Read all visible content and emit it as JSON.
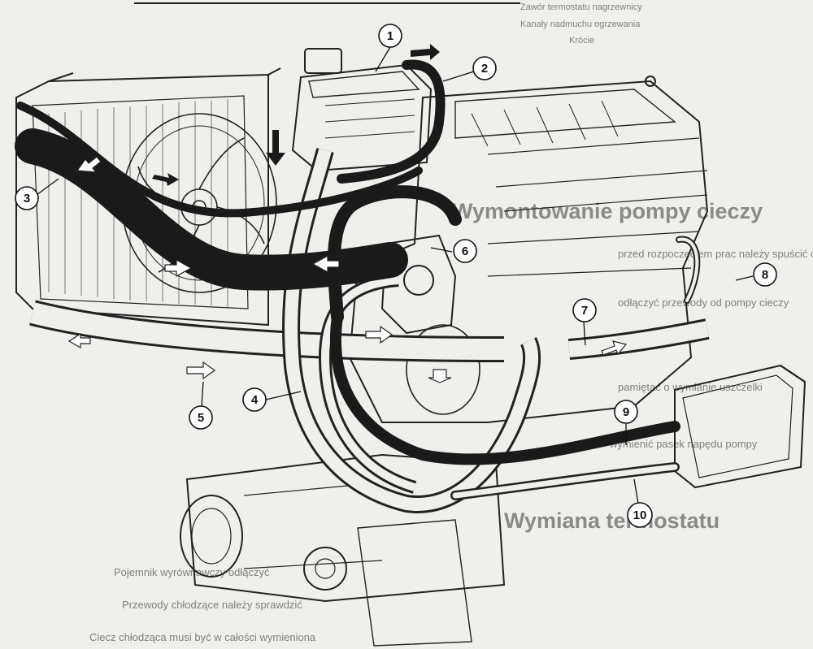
{
  "header": {
    "line_1": "Zawór termostatu nagrzewnicy",
    "line_2": "Kanały nadmuchu ogrzewania",
    "line_3": "Krócie"
  },
  "callouts": [
    {
      "num": "1"
    },
    {
      "num": "2"
    },
    {
      "num": "3"
    },
    {
      "num": "4"
    },
    {
      "num": "5"
    },
    {
      "num": "6"
    },
    {
      "num": "7"
    },
    {
      "num": "8"
    },
    {
      "num": "9"
    },
    {
      "num": "10"
    }
  ],
  "bleed_through": {
    "heading_1": "Wymontowanie pompy cieczy",
    "heading_2": "Wymiana termostatu",
    "lines": [
      "przed rozpoczęciem prac należy spuścić ciecz chłodzącą",
      "odłączyć przewody od pompy cieczy",
      "pamiętać o wymianie uszczelki",
      "wymienić pasek napędu pompy",
      "Pojemnik wyrównawczy odłączyć",
      "Przewody chłodzące należy sprawdzić",
      "Ciecz chłodząca musi być w całości wymieniona"
    ]
  },
  "colors": {
    "background": "#efefec",
    "line_art": "#222222",
    "hose_dark": "#1a1a1a",
    "flow_arrow": "#ffffff"
  }
}
